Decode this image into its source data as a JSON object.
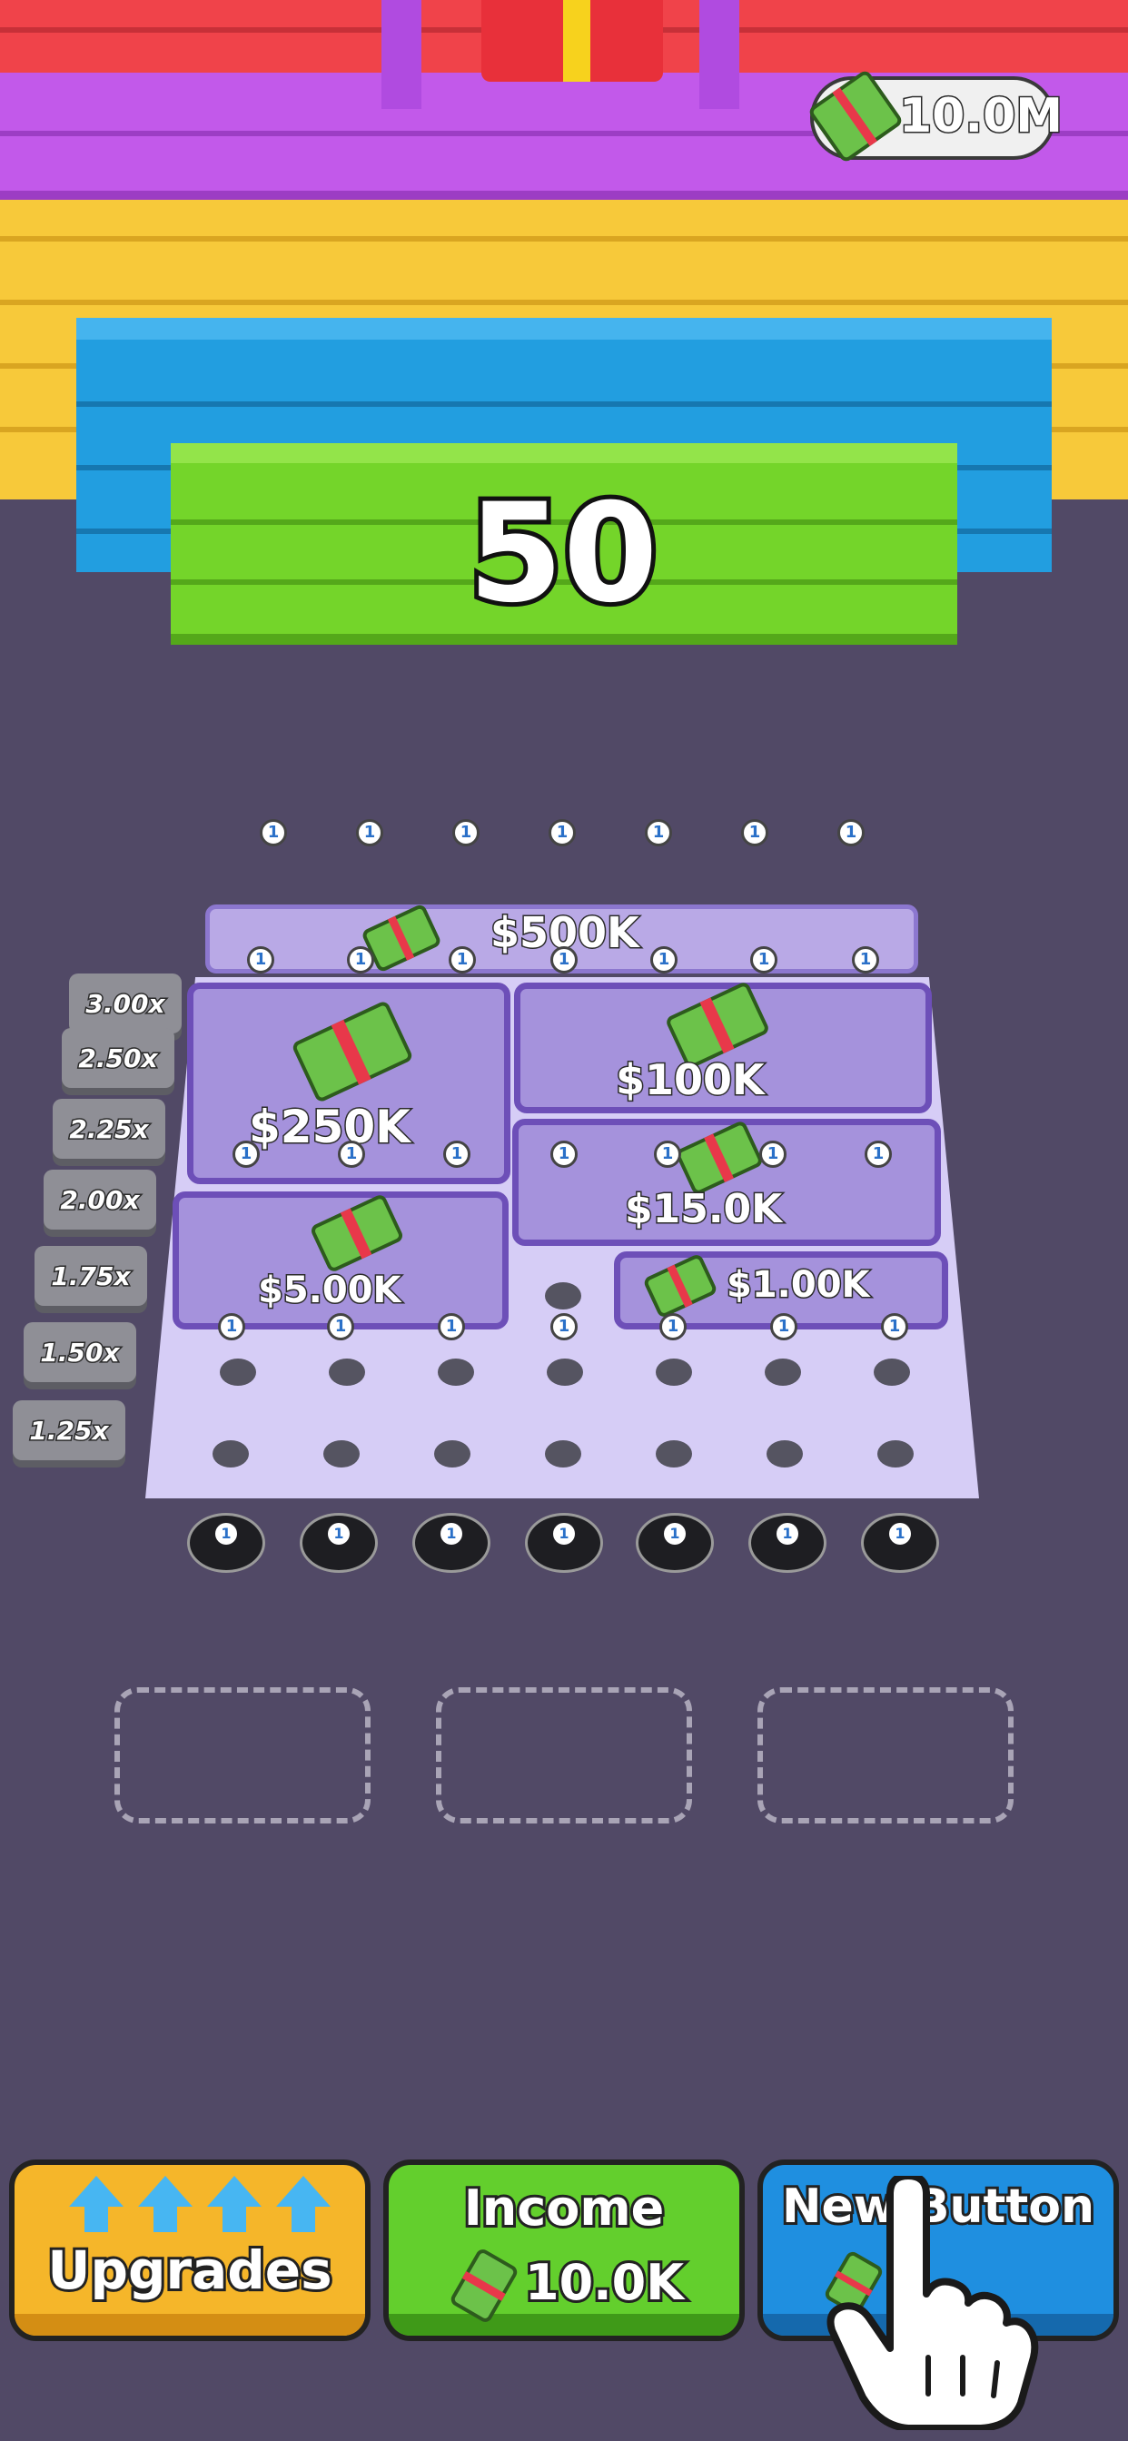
{
  "hud": {
    "money": "10.0M"
  },
  "wall": {
    "counter": "50"
  },
  "board": {
    "top_prize": "$500K",
    "prizes": [
      "$250K",
      "$100K",
      "$15.0K",
      "$5.00K",
      "$1.00K"
    ],
    "multipliers": [
      "3.00x",
      "2.50x",
      "2.25x",
      "2.00x",
      "1.75x",
      "1.50x",
      "1.25x"
    ],
    "pin_number": "1"
  },
  "buttons": {
    "upgrades": {
      "label": "Upgrades"
    },
    "income": {
      "label": "Income",
      "value": "10.0K"
    },
    "new_button": {
      "label": "New Button"
    }
  },
  "colors": {
    "background": "#514966",
    "upgrades": "#f5b62a",
    "income": "#63cf2d",
    "new_button": "#1f8fe0"
  }
}
